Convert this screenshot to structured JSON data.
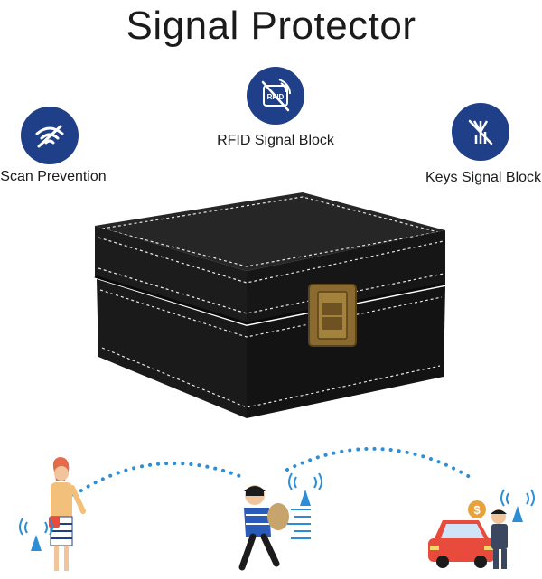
{
  "title": "Signal Protector",
  "features": [
    {
      "label": "Scan Prevention",
      "icon": "wifi-block-icon"
    },
    {
      "label": "RFID Signal Block",
      "icon": "rfid-block-icon"
    },
    {
      "label": "Keys Signal Block",
      "icon": "antenna-block-icon"
    }
  ],
  "rfid_icon_text": "RFID",
  "money_symbol": "$",
  "colors": {
    "badge_blue": "#1f3f88",
    "signal_blue": "#2c8ed6",
    "box_black": "#1c1c1c",
    "stitch": "#e6e6e6",
    "clasp_bronze": "#8a6a2e",
    "car_red": "#e84a3c"
  }
}
